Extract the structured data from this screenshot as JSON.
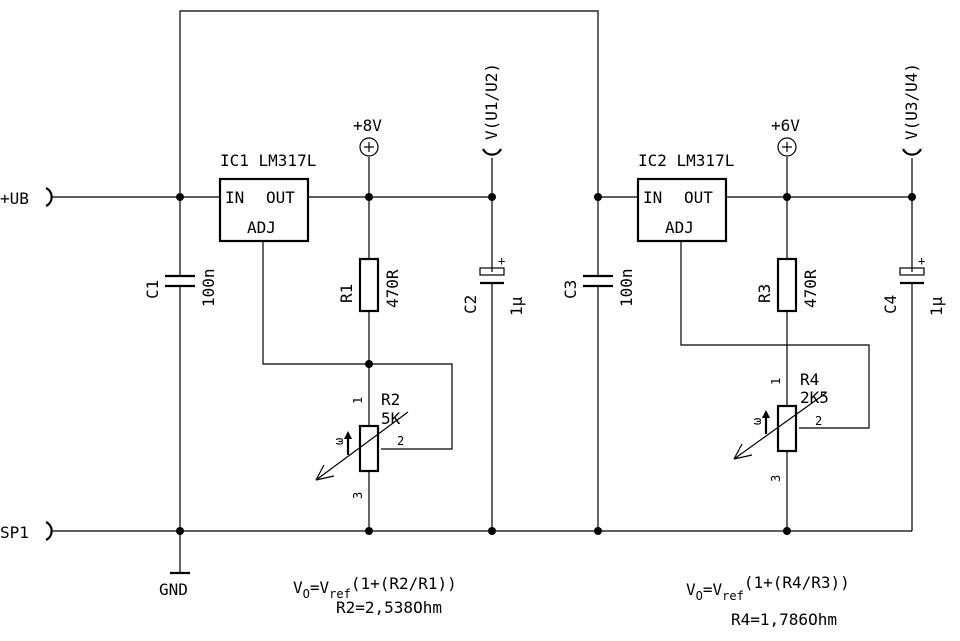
{
  "connectors": {
    "ub": "+UB",
    "sp1": "SP1",
    "gnd": "GND",
    "v1": "V(U1/U2)",
    "v2": "V(U3/U4)"
  },
  "rails": {
    "p8": "+8V",
    "p6": "+6V"
  },
  "ic1": {
    "name": "IC1 LM317L",
    "in": "IN",
    "out": "OUT",
    "adj": "ADJ"
  },
  "ic2": {
    "name": "IC2 LM317L",
    "in": "IN",
    "out": "OUT",
    "adj": "ADJ"
  },
  "parts": {
    "c1": {
      "ref": "C1",
      "value": "100n"
    },
    "c2": {
      "ref": "C2",
      "value": "1μ",
      "plus": "+"
    },
    "c3": {
      "ref": "C3",
      "value": "100n"
    },
    "c4": {
      "ref": "C4",
      "value": "1μ",
      "plus": "+"
    },
    "r1": {
      "ref": "R1",
      "value": "470R"
    },
    "r3": {
      "ref": "R3",
      "value": "470R"
    },
    "r2": {
      "ref": "R2",
      "value": "5K",
      "pin1": "1",
      "pin2": "2",
      "pin3": "3",
      "wiper": "ω"
    },
    "r4": {
      "ref": "R4",
      "value": "2K5",
      "pin1": "1",
      "pin2": "2",
      "pin3": "3",
      "wiper": "ω"
    }
  },
  "formulas": {
    "left": {
      "vo": "V",
      "vo_sub": "O",
      "eq": "=V",
      "ref_sub": "ref",
      "expr": "(1+(R2/R1))",
      "result": "R2=2,538Ohm"
    },
    "right": {
      "vo": "V",
      "vo_sub": "O",
      "eq": "=V",
      "ref_sub": "ref",
      "expr": "(1+(R4/R3))",
      "result": "R4=1,786Ohm"
    }
  }
}
